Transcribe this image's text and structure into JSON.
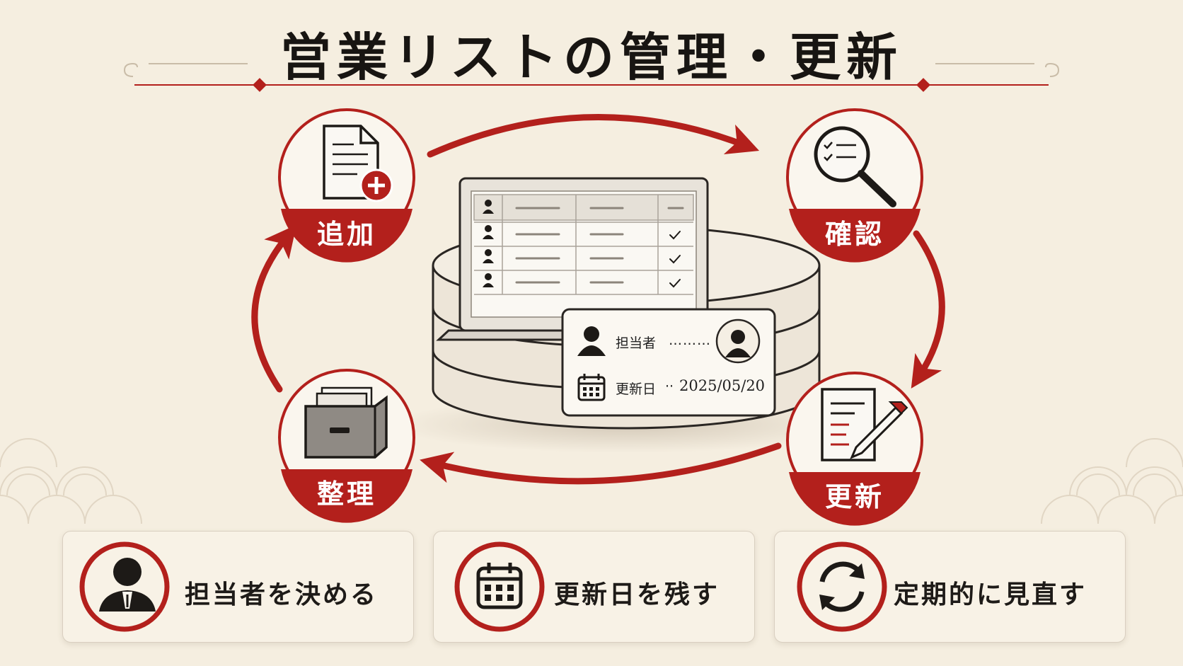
{
  "title": "営業リストの管理・更新",
  "cycle": [
    {
      "label": "追加",
      "icon": "document-add-icon"
    },
    {
      "label": "確認",
      "icon": "magnifier-checklist-icon"
    },
    {
      "label": "更新",
      "icon": "document-edit-icon"
    },
    {
      "label": "整理",
      "icon": "file-box-icon"
    }
  ],
  "record_card": {
    "owner_label": "担当者",
    "owner_leader": "………",
    "date_label": "更新日",
    "date_leader": "··",
    "date_value": "2025/05/20"
  },
  "tips": [
    {
      "label": "担当者を決める",
      "icon": "businessman-icon"
    },
    {
      "label": "更新日を残す",
      "icon": "calendar-icon"
    },
    {
      "label": "定期的に見直す",
      "icon": "refresh-cycle-icon"
    }
  ],
  "colors": {
    "accent": "#b3201c",
    "background": "#f5eee0",
    "ink": "#1d1a17"
  }
}
